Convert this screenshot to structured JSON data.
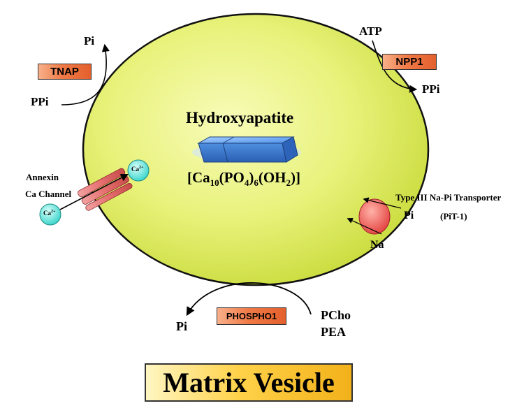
{
  "title": "Matrix Vesicle",
  "crystal": {
    "name": "Hydroxyapatite"
  },
  "enzymes": {
    "tnap": "TNAP",
    "npp1": "NPP1",
    "phospho1": "PHOSPHO1"
  },
  "molecules": {
    "tnap_product": "Pi",
    "tnap_substrate": "PPi",
    "npp1_substrate": "ATP",
    "npp1_product": "PPi",
    "phospho1_product": "Pi",
    "phospho1_substrate_1": "PCho",
    "phospho1_substrate_2": "PEA",
    "pit1_pi": "Pi",
    "pit1_na": "Na"
  },
  "transporter": {
    "line1": "Type III Na-Pi Transporter",
    "line2": "(PiT-1)"
  },
  "channel": {
    "line1": "Annexin",
    "line2": "Ca Channel"
  },
  "ion_label": {
    "base": "Ca",
    "charge": "2+"
  },
  "colors": {
    "vesicle": "#e8f27a",
    "crystal": "#3f7fd6",
    "enzyme_box": "#f07a47",
    "title_box": "#ffd24a",
    "calcium_ion": "#5ee7dc",
    "transporter": "#ef5a5a"
  }
}
